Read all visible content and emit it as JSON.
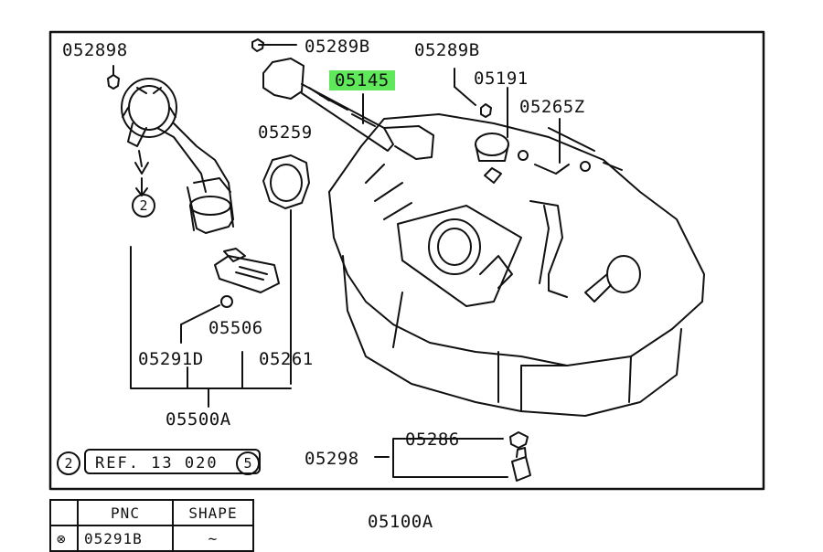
{
  "labels": {
    "p052898_left": "052898",
    "p05289b_mid": "05289B",
    "p05289b_right": "05289B",
    "p05145": "05145",
    "p05191": "05191",
    "p05265z": "05265Z",
    "p05259": "05259",
    "p05506": "05506",
    "p05291d": "05291D",
    "p05261": "05261",
    "p05500a": "05500A",
    "p05286": "05286",
    "p05298": "05298",
    "p05100a": "05100A"
  },
  "markers": {
    "arrow_ref": "2",
    "ref_left": "2",
    "ref_right": "5"
  },
  "reference": {
    "text": "REF. 13  020"
  },
  "table": {
    "headers": [
      "PNC",
      "SHAPE"
    ],
    "rows": [
      [
        "05291B",
        "~"
      ]
    ]
  },
  "highlight_color": "#5ee85a"
}
